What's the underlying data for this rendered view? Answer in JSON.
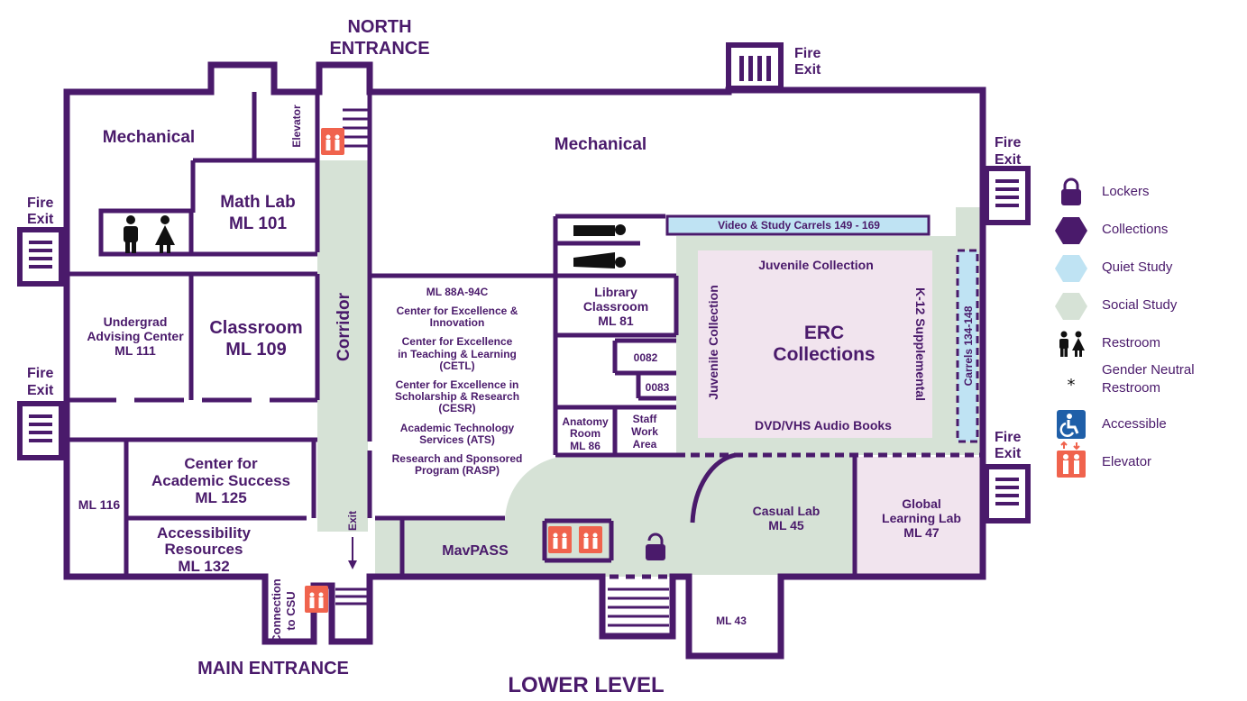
{
  "map": {
    "title": "LOWER LEVEL",
    "entrances": {
      "north": [
        "NORTH",
        "ENTRANCE"
      ],
      "main": "MAIN ENTRANCE"
    },
    "fire_exit": [
      "Fire",
      "Exit"
    ],
    "rooms": {
      "mechanical_left": "Mechanical",
      "mechanical_main": "Mechanical",
      "elevator_label": "Elevator",
      "math_lab": [
        "Math Lab",
        "ML 101"
      ],
      "corridor": "Corridor",
      "advising": [
        "Undergrad",
        "Advising Center",
        "ML 111"
      ],
      "classroom": [
        "Classroom",
        "ML 109"
      ],
      "ml116": "ML 116",
      "academic_success": [
        "Center for",
        "Academic Success",
        "ML 125"
      ],
      "accessibility": [
        "Accessibility",
        "Resources",
        "ML 132"
      ],
      "connection": [
        "Connection",
        "to CSU"
      ],
      "exit": "Exit",
      "centers": [
        "ML 88A-94C",
        "Center for Excellence &",
        "Innovation",
        "Center for Excellence",
        "in Teaching & Learning",
        "(CETL)",
        "Center for Excellence in",
        "Scholarship & Research",
        "(CESR)",
        "Academic Technology",
        "Services (ATS)",
        "Research and Sponsored",
        "Program (RASP)"
      ],
      "library_classroom": [
        "Library",
        "Classroom",
        "ML 81"
      ],
      "r0082": "0082",
      "r0083": "0083",
      "anatomy": [
        "Anatomy",
        "Room",
        "ML 86"
      ],
      "staff": [
        "Staff",
        "Work",
        "Area"
      ],
      "mavpass": "MavPASS",
      "video_carrels": "Video & Study Carrels 149 - 169",
      "juvenile_top": "Juvenile Collection",
      "juvenile_side": "Juvenile Collection",
      "erc": [
        "ERC",
        "Collections"
      ],
      "k12": "K-12 Supplemental",
      "carrels": "Carrels 134-148",
      "dvd": "DVD/VHS  Audio Books",
      "casual_lab": [
        "Casual Lab",
        "ML 45"
      ],
      "global_lab": [
        "Global",
        "Learning Lab",
        "ML 47"
      ],
      "ml43": "ML 43"
    }
  },
  "legend": [
    {
      "icon": "lock-icon",
      "label": "Lockers",
      "color": "#4a1a6b"
    },
    {
      "icon": "hexagon-icon",
      "label": "Collections",
      "color": "#4a1a6b"
    },
    {
      "icon": "quiet-hexagon-icon",
      "label": "Quiet Study",
      "color": "#bfe3f3"
    },
    {
      "icon": "social-hexagon-icon",
      "label": "Social Study",
      "color": "#d6e2d6"
    },
    {
      "icon": "restroom-icon",
      "label": "Restroom",
      "color": "#111111"
    },
    {
      "icon": "asterisk-icon",
      "label": "Gender Neutral Restroom",
      "color": "#111111"
    },
    {
      "icon": "accessible-icon",
      "label": "Accessible",
      "color": "#1f5fa8"
    },
    {
      "icon": "elevator-icon",
      "label": "Elevator",
      "color": "#f0634d"
    }
  ],
  "colors": {
    "wall": "#4a1a6b",
    "social": "#d6e2d6",
    "quiet": "#bfe3f3",
    "collections": "#f1e4ee",
    "elevator": "#f0634d"
  }
}
